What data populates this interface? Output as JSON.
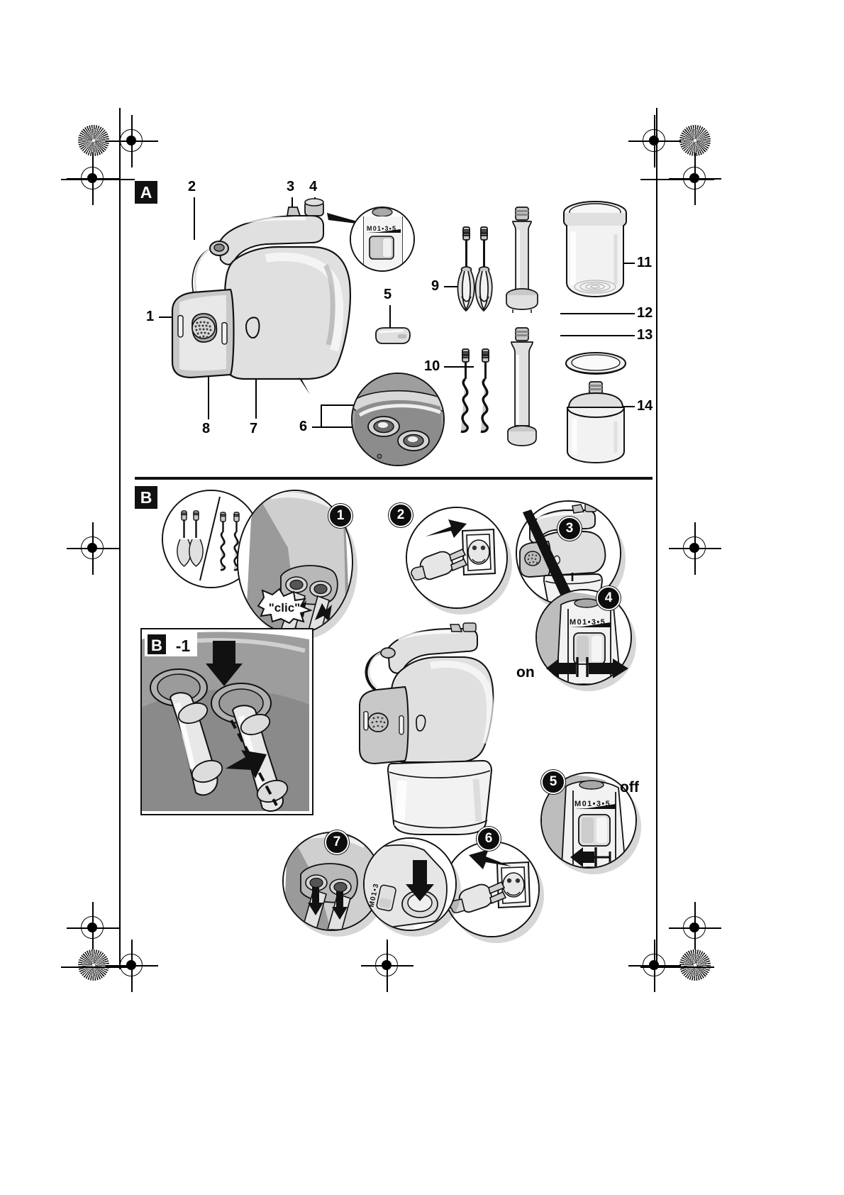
{
  "document": {
    "type": "appliance-instruction-illustration-page",
    "product": "hand mixer with stand, blender shaft and chopper accessories",
    "page_background": "#ffffff"
  },
  "sections": [
    {
      "id": "A",
      "tag": "A",
      "title_role": "parts-overview"
    },
    {
      "id": "B",
      "tag": "B",
      "title_role": "operating-steps"
    }
  ],
  "section_a": {
    "tag": "A",
    "callouts": [
      {
        "n": "1",
        "name": "motor-unit"
      },
      {
        "n": "2",
        "name": "power-cord"
      },
      {
        "n": "3",
        "name": "eject-button"
      },
      {
        "n": "4",
        "name": "speed-selector-switch"
      },
      {
        "n": "5",
        "name": "cord-clip"
      },
      {
        "n": "6",
        "name": "beater-sockets"
      },
      {
        "n": "7",
        "name": "turbo-button"
      },
      {
        "n": "8",
        "name": "air-vent"
      },
      {
        "n": "9",
        "name": "beaters"
      },
      {
        "n": "10",
        "name": "dough-hooks"
      },
      {
        "n": "11",
        "name": "blender-jar"
      },
      {
        "n": "12",
        "name": "blender-shaft-long"
      },
      {
        "n": "13",
        "name": "blender-shaft-short"
      },
      {
        "n": "14",
        "name": "chopper-bowl"
      }
    ],
    "switch_scale": "M 0 1 • 3 • 5"
  },
  "section_b": {
    "tag": "B",
    "inset_tag": "B-1",
    "steps": [
      {
        "n": "1",
        "name": "insert-beaters"
      },
      {
        "n": "2",
        "name": "plug-in-power"
      },
      {
        "n": "3",
        "name": "lower-mixer-into-bowl"
      },
      {
        "n": "4",
        "name": "switch-on-select-speed"
      },
      {
        "n": "5",
        "name": "switch-off"
      },
      {
        "n": "6",
        "name": "unplug-power"
      },
      {
        "n": "7",
        "name": "press-eject-remove-beaters"
      }
    ],
    "labels": {
      "on": "on",
      "off": "off",
      "click": "\"clic\"",
      "switch_scale": "M 0 1 • 3 • 5"
    }
  },
  "print_marks": {
    "registration_cross": "registration-crosshair",
    "star_target": "star-target"
  }
}
